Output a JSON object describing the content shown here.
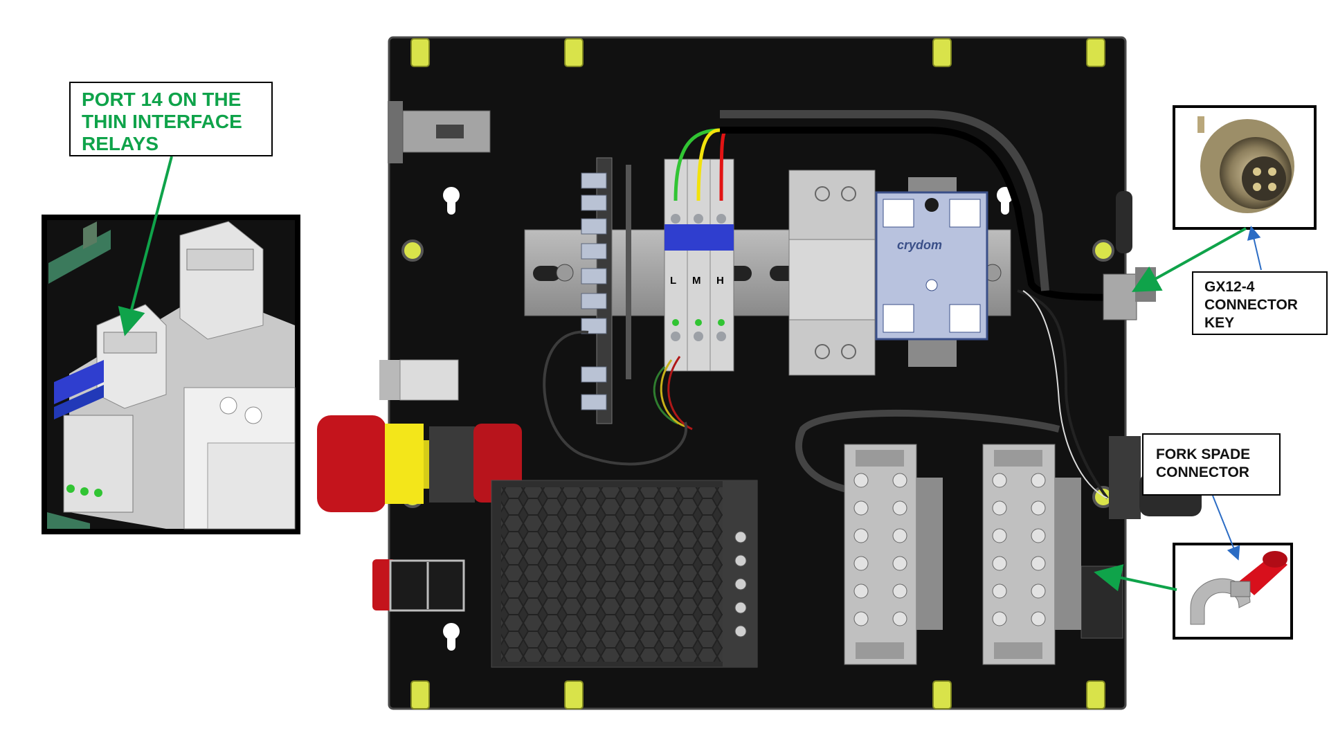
{
  "callouts": {
    "port14": "PORT 14 ON THE\nTHIN INTERFACE\nRELAYS",
    "gx12": "GX12-4\nCONNECTOR\nKEY",
    "fork": "FORK SPADE\nCONNECTOR"
  },
  "relay_labels": [
    "L",
    "M",
    "H"
  ],
  "ssr_brand": "crydom",
  "colors": {
    "panel": "#111111",
    "callout_green": "#0fa34a",
    "leader_blue": "#2b6cc4",
    "wire_green": "#31c433",
    "wire_yellow": "#f2e20c",
    "wire_red": "#e21414",
    "relay_blue": "#2f3ecf",
    "estop_red": "#c4141c",
    "estop_yellow": "#f3e61a",
    "standoff": "#d9e34a",
    "fork_red": "#d8101c"
  },
  "icons": [
    "relay-module-icon",
    "gx12-connector-icon",
    "fork-spade-icon",
    "e-stop-icon",
    "ssr-icon",
    "power-supply-icon",
    "terminal-block-icon"
  ]
}
